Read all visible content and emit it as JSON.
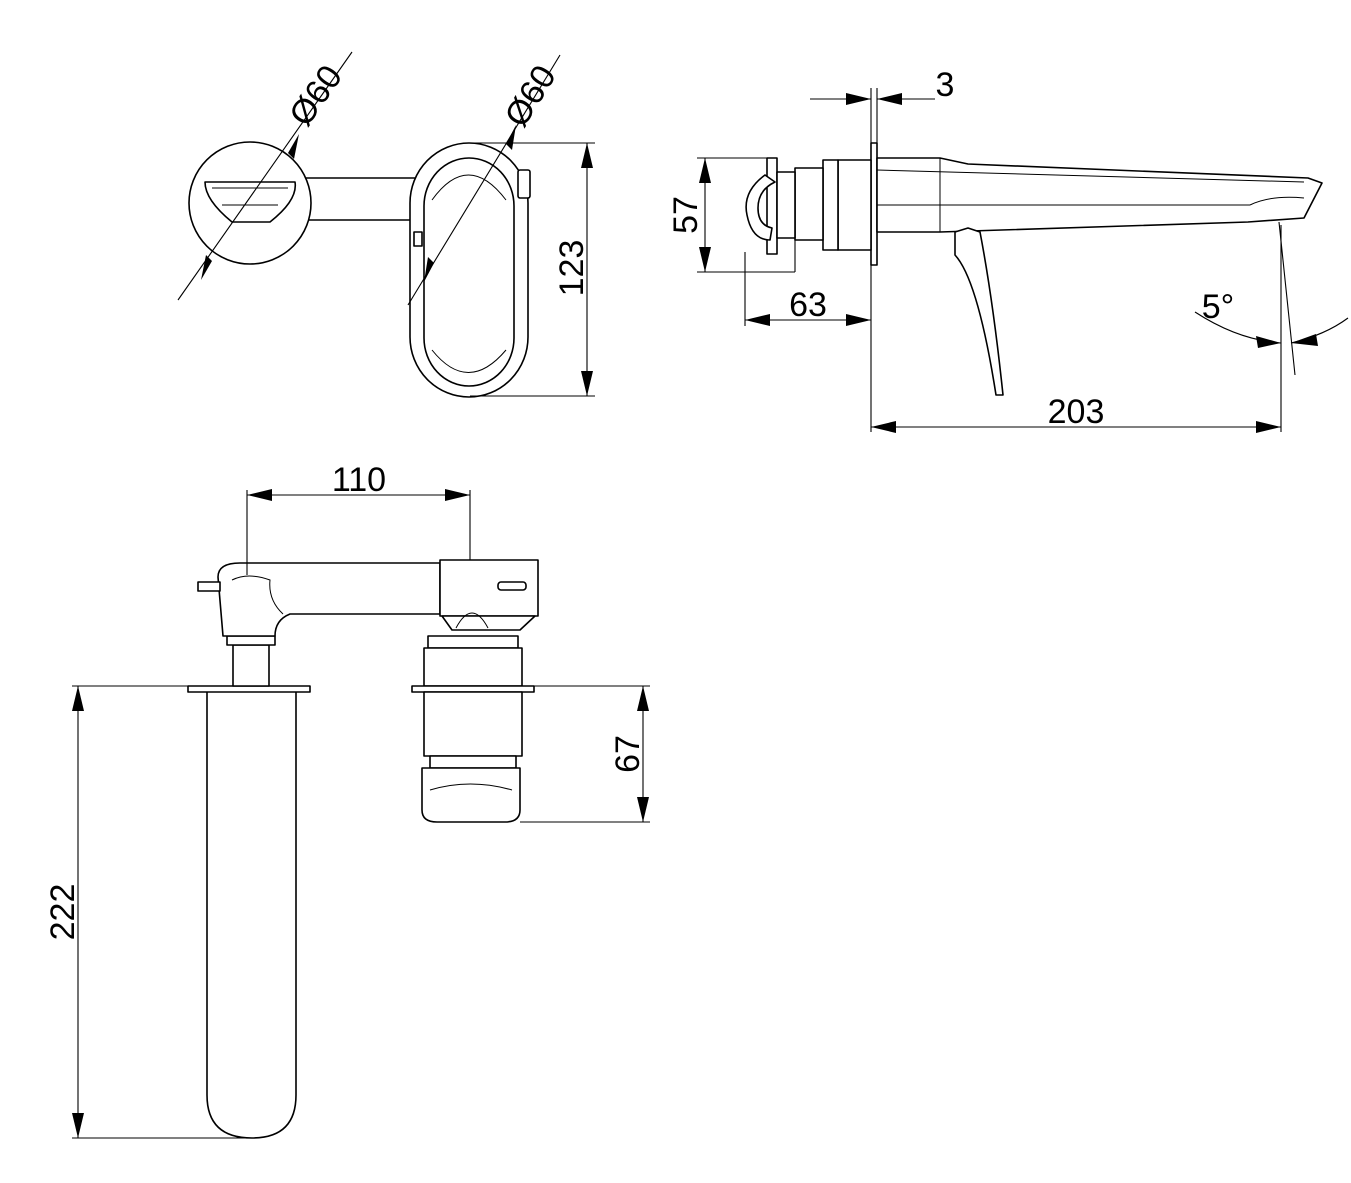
{
  "dimensions": {
    "dia_handle_plate": "Ø60",
    "dia_lever_plate": "Ø60",
    "plate_height": "123",
    "plate_thickness": "3",
    "body_height": "57",
    "body_depth": "63",
    "spout_length": "203",
    "spout_angle": "5°",
    "centres": "110",
    "spout_body_depth": "222",
    "mixer_body_depth": "67"
  }
}
